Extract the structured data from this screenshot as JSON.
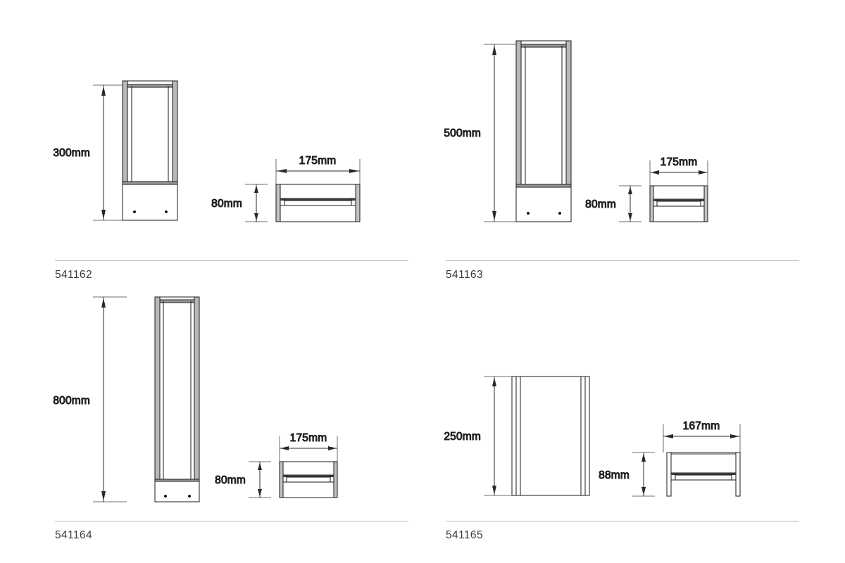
{
  "sheet": {
    "title": "Product dimension drawing sheet",
    "background_color": "#ffffff",
    "line_color": "#1a1a1a",
    "text_color": "#3b3b3b",
    "rule_color": "#b9b9b9",
    "fill_color": "#b5b5b5"
  },
  "panels": [
    {
      "code": "541162",
      "front_view": {
        "name": "front-view",
        "height_dim": "300mm",
        "style": "tall-u-channel-with-base",
        "has_base_plate": true,
        "screw_holes": 2
      },
      "side_view": {
        "name": "side-view",
        "width_dim": "175mm",
        "height_dim": "80mm",
        "style": "closed-box-with-mid-rail"
      }
    },
    {
      "code": "541163",
      "front_view": {
        "name": "front-view",
        "height_dim": "500mm",
        "style": "tall-u-channel-with-base",
        "has_base_plate": true,
        "screw_holes": 2
      },
      "side_view": {
        "name": "side-view",
        "width_dim": "175mm",
        "height_dim": "80mm",
        "style": "closed-box-with-mid-rail"
      }
    },
    {
      "code": "541164",
      "front_view": {
        "name": "front-view",
        "height_dim": "800mm",
        "style": "tall-u-channel-with-base",
        "has_base_plate": true,
        "screw_holes": 2
      },
      "side_view": {
        "name": "side-view",
        "width_dim": "175mm",
        "height_dim": "80mm",
        "style": "closed-box-with-mid-rail"
      }
    },
    {
      "code": "541165",
      "front_view": {
        "name": "front-view",
        "height_dim": "250mm",
        "style": "plain-panel-with-edge-profiles",
        "has_base_plate": false,
        "screw_holes": 0
      },
      "side_view": {
        "name": "side-view",
        "width_dim": "167mm",
        "height_dim": "88mm",
        "style": "open-bottom-box-with-legs"
      }
    }
  ]
}
